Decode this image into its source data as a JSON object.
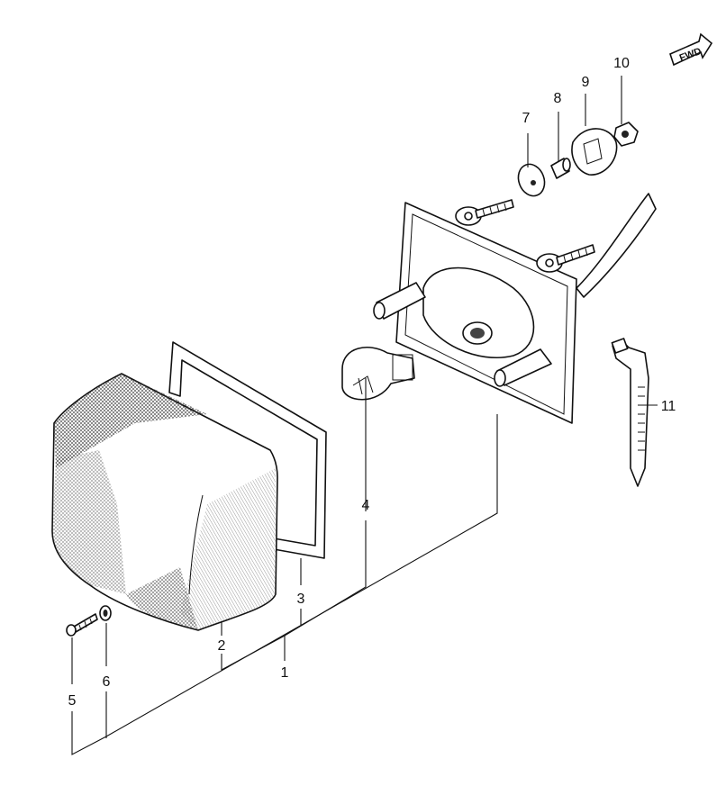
{
  "fwd_label": "FWD",
  "callouts": [
    {
      "id": "1",
      "text": "1"
    },
    {
      "id": "2",
      "text": "2"
    },
    {
      "id": "3",
      "text": "3"
    },
    {
      "id": "4",
      "text": "4"
    },
    {
      "id": "5",
      "text": "5"
    },
    {
      "id": "6",
      "text": "6"
    },
    {
      "id": "7",
      "text": "7"
    },
    {
      "id": "8",
      "text": "8"
    },
    {
      "id": "9",
      "text": "9"
    },
    {
      "id": "10",
      "text": "10"
    },
    {
      "id": "11",
      "text": "11"
    }
  ],
  "colors": {
    "line": "#111111",
    "background": "#ffffff"
  }
}
